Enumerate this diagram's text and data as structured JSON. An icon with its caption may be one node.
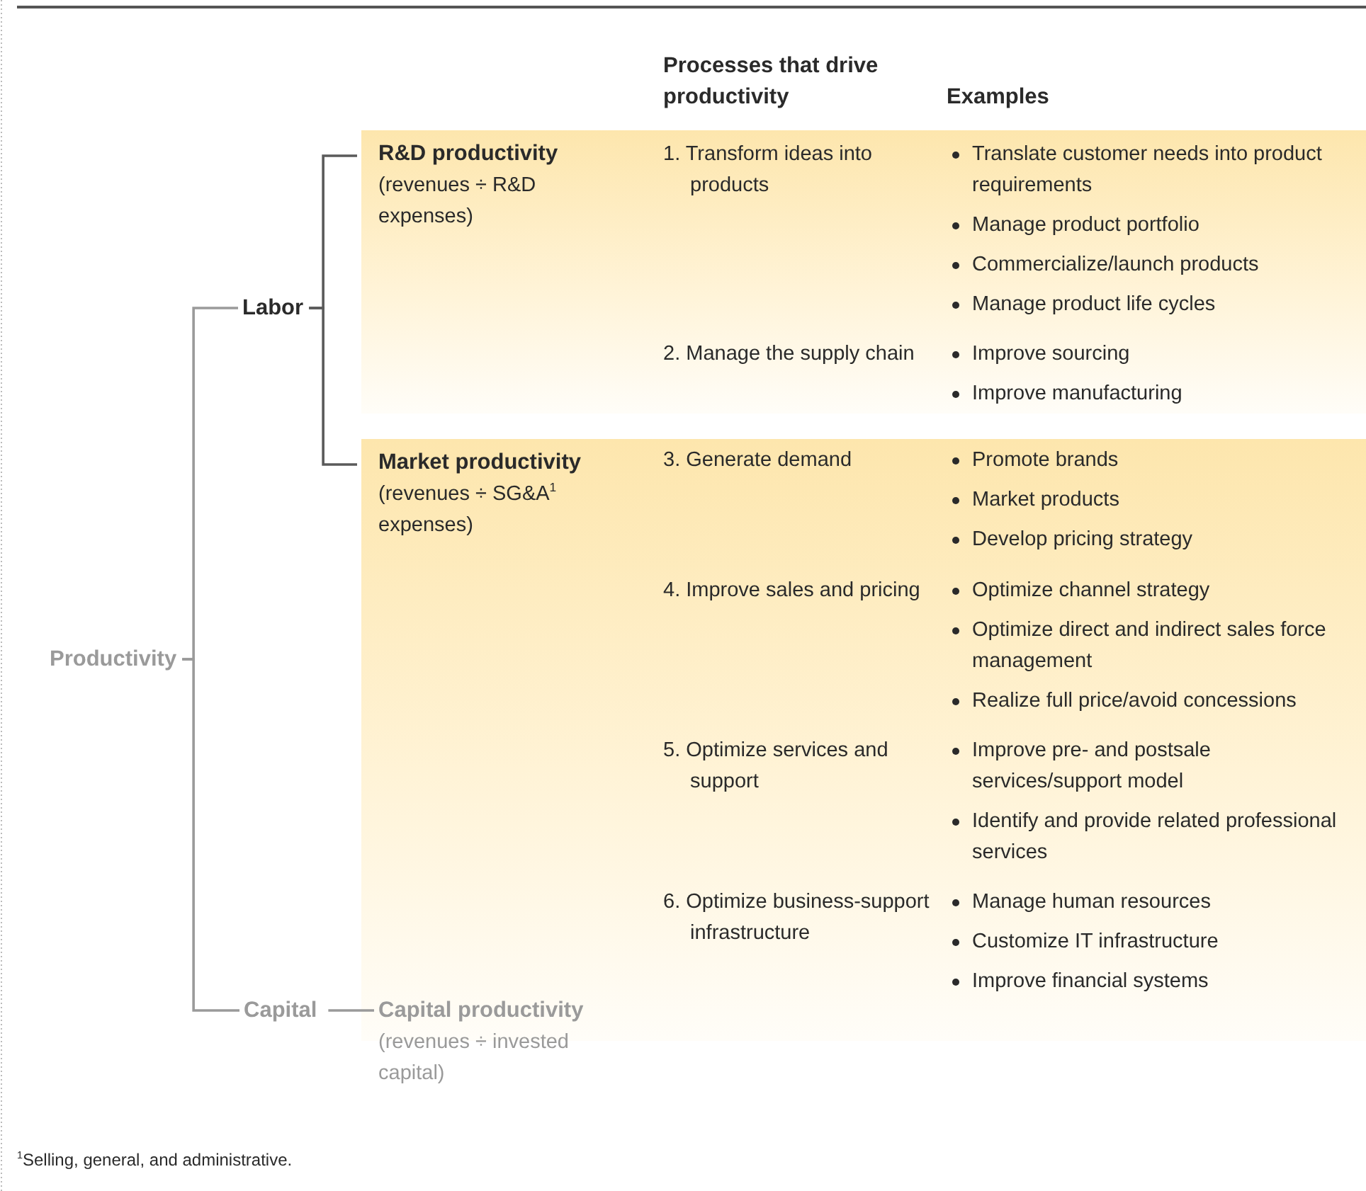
{
  "diagram": {
    "nodes": [
      {
        "text": [
          "Productivity"
        ]
      },
      {
        "text": [
          "Labor"
        ]
      },
      {
        "text": [
          "Capital"
        ]
      },
      {
        "text": [
          "R&D productivity",
          "(revenues ÷ R&D expenses)"
        ]
      },
      {
        "text": [
          "Market productivity",
          "(revenues ÷ SG&A$^{1}$ expenses)"
        ]
      },
      {
        "text": [
          "Capital productivity",
          "(revenues ÷ invested capital)"
        ]
      }
    ],
    "edges": [
      {
        "from": 0,
        "to": 1,
        "arrow": "none"
      },
      {
        "from": 0,
        "to": 2,
        "arrow": "none"
      },
      {
        "from": 1,
        "to": 3,
        "arrow": "none",
        "color": "#5a5a5a"
      },
      {
        "from": 1,
        "to": 4,
        "arrow": "none",
        "color": "#5a5a5a"
      },
      {
        "from": 2,
        "to": 5,
        "arrow": "none"
      }
    ],
    "labels": [
      "Processes that drive productivity",
      "Examples",
      "1. Transform ideas into products",
      "Translate customer needs into product requirements",
      "Manage product portfolio",
      "Commercialize/launch products",
      "Manage product life cycles",
      "2. Manage the supply chain",
      "Improve sourcing",
      "Improve manufacturing",
      "3. Generate demand",
      "Promote brands",
      "Market products",
      "Develop pricing strategy",
      "4. Improve sales and pricing",
      "Optimize channel strategy",
      "Optimize direct and indirect sales force management",
      "Realize full price/avoid concessions",
      "5. Optimize services and support",
      "Improve pre- and postsale services/support model",
      "Identify and provide related professional services",
      "6. Optimize business-support infrastructure",
      "Manage human resources",
      "Customize IT infrastructure",
      "Improve financial systems",
      "$^{1}$Selling, general, and administrative."
    ]
  }
}
